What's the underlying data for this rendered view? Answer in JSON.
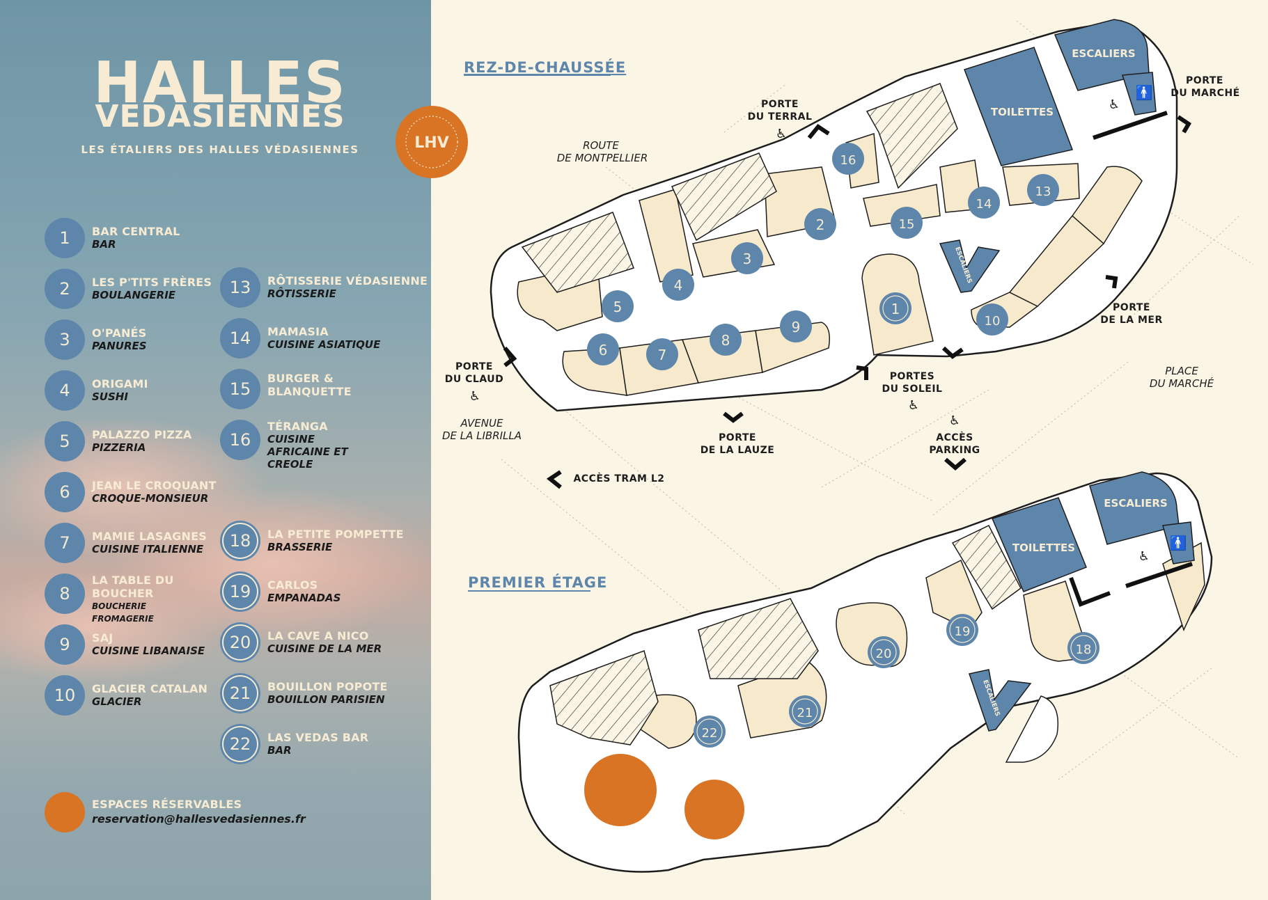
{
  "brand": {
    "title_line1": "HALLES",
    "title_line2": "VEDASIENNES",
    "tagline": "LES ÉTALIERS DES HALLES VÉDASIENNES",
    "seal_text": "LHV"
  },
  "colors": {
    "stall_blue": "#5e86ab",
    "cream": "#f7ecd3",
    "reservable_orange": "#d97424",
    "background": "#fbf5e6"
  },
  "legend": [
    {
      "num": "1",
      "name": "BAR CENTRAL",
      "type": "BAR"
    },
    {
      "num": "2",
      "name": "LES P'TITS FRÈRES",
      "type": "BOULANGERIE"
    },
    {
      "num": "3",
      "name": "O'PANÉS",
      "type": "PANURES"
    },
    {
      "num": "4",
      "name": "ORIGAMI",
      "type": "SUSHI"
    },
    {
      "num": "5",
      "name": "PALAZZO PIZZA",
      "type": "PIZZERIA"
    },
    {
      "num": "6",
      "name": "JEAN LE CROQUANT",
      "type": "CROQUE-MONSIEUR"
    },
    {
      "num": "7",
      "name": "MAMIE LASAGNES",
      "type": "CUISINE ITALIENNE"
    },
    {
      "num": "8",
      "name": "LA TABLE DU BOUCHER",
      "type": "BOUCHERIE FROMAGERIE"
    },
    {
      "num": "9",
      "name": "SAJ",
      "type": "CUISINE LIBANAISE"
    },
    {
      "num": "10",
      "name": "GLACIER CATALAN",
      "type": "GLACIER"
    },
    {
      "num": "13",
      "name": "RÔTISSERIE VÉDASIENNE",
      "type": "RÔTISSERIE"
    },
    {
      "num": "14",
      "name": "MAMASIA",
      "type": "CUISINE ASIATIQUE"
    },
    {
      "num": "15",
      "name": "BURGER & BLANQUETTE",
      "type": ""
    },
    {
      "num": "16",
      "name": "TÉRANGA",
      "type": "CUISINE AFRICAINE ET CREOLE"
    },
    {
      "num": "18",
      "name": "LA PETITE POMPETTE",
      "type": "BRASSERIE"
    },
    {
      "num": "19",
      "name": "CARLOS",
      "type": "EMPANADAS"
    },
    {
      "num": "20",
      "name": "LA CAVE A NICO",
      "type": "CUISINE DE LA MER"
    },
    {
      "num": "21",
      "name": "BOUILLON POPOTE",
      "type": "BOUILLON PARISIEN"
    },
    {
      "num": "22",
      "name": "LAS VEDAS BAR",
      "type": "BAR"
    }
  ],
  "reservable": {
    "label": "ESPACES RÉSERVABLES",
    "email": "reservation@hallesvedasiennes.fr"
  },
  "floors": {
    "ground": "REZ-DE-CHAUSSÉE",
    "first": "PREMIER ÉTAGE"
  },
  "places": {
    "route_1": "ROUTE",
    "route_2": "DE MONTPELLIER",
    "avenue_1": "AVENUE",
    "avenue_2": "DE LA LIBRILLA",
    "place_1": "PLACE",
    "place_2": "DU MARCHÉ"
  },
  "doors": {
    "terral_1": "PORTE",
    "terral_2": "DU TERRAL",
    "marche_1": "PORTE",
    "marche_2": "DU MARCHÉ",
    "mer_1": "PORTE",
    "mer_2": "DE LA MER",
    "soleil_1": "PORTES",
    "soleil_2": "DU SOLEIL",
    "parking_1": "ACCÈS",
    "parking_2": "PARKING",
    "lauze_1": "PORTE",
    "lauze_2": "DE LA LAUZE",
    "claud_1": "PORTE",
    "claud_2": "DU CLAUD",
    "tram": "ACCÈS TRAM L2"
  },
  "facilities": {
    "stairs": "ESCALIERS",
    "toilets": "TOILETTES",
    "stairs_small": "ESCALIERS",
    "accessible_symbol": "♿",
    "elevator_symbol": "🚹"
  }
}
